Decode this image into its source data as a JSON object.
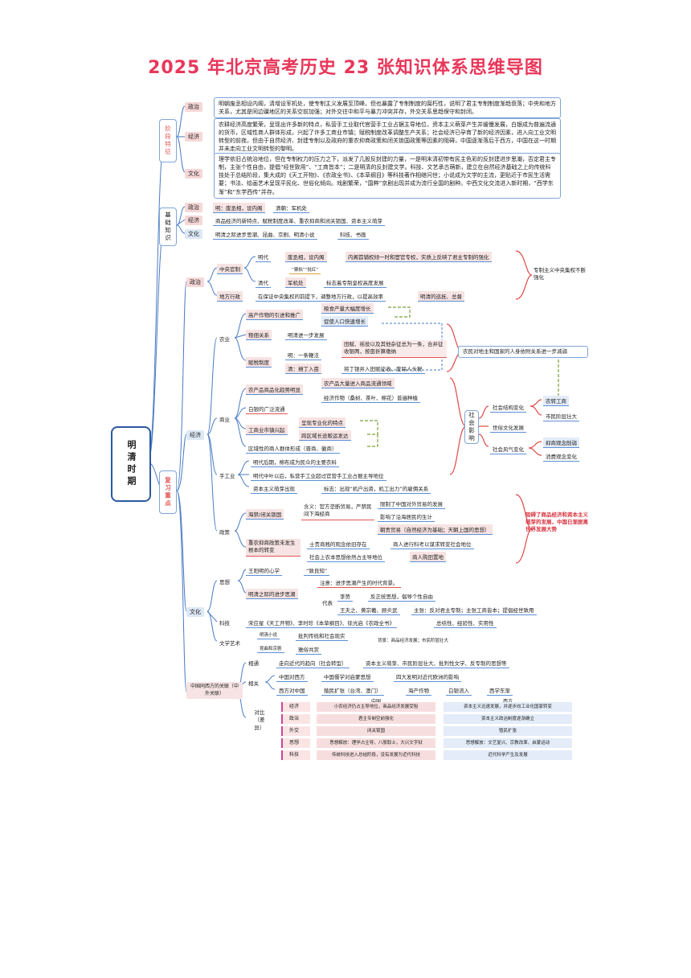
{
  "title": "2025 年北京高考历史 23 张知识体系思维导图",
  "root": "明清时期",
  "sections": {
    "background": "阶段特征",
    "basics": "基础知识",
    "review": "复习重点"
  },
  "background": {
    "politics_label": "政治",
    "politics_text": "明朝废丞相设内阁，清增设军机处，使专制主义发展至顶峰。但也暴露了专制制度的腐朽性，说明了君主专制制度渐趋衰落；中央和地方关系，尤其是同边疆地区的关系空前加强；对外交往中和平与暴力冲突并存，外交关系思趋保守和封闭。",
    "economy_label": "经济",
    "economy_text": "农耕经济高度繁荣，呈现出许多新的特点，私营手工业取代官营手工业占据主导地位，资本主义萌芽产生并缓慢发展，白银成为普遍流通的货币，区域性商人群体形成，兴起了许多工商业市镇；赋税制度改革调整生产关系；社会经济已孕育了新的经济因素，进入向工业文明转型的前夜。但由于自然经济、封建专制以及政府的重农抑商政策和闭关锁国政策等因素的阻碍，中国逐渐落后于西方，中国在这一时期并未走向工业文明转型的黎明。",
    "culture_label": "文化",
    "culture_text": "理学依旧占统治地位，但在专制权力的压力之下，派发了几股反封建的力量，一是明末清初带有民主色彩的反封建进步思潮，否定君主专制，主张个性自由，提倡“经世致用”、“工商皆本”；二是明清的反封建文学。科技、文艺承古萌新，建立在自然经济基础之上的传统科技处于总结阶段，集大成的《天工开物》、《农政全书》、《本草纲目》等科技著作相继问世；小说成为文学的主流，更贴近于市民生活需要；书法、绘画艺术呈现平民化、世俗化倾向。戏剧繁荣，“国粹”京剧出现并成为流行全国的剧种。中西文化交流进入新时期，“西学东渐”和“东学西传”并存。"
  },
  "basics": {
    "politics_label": "政治",
    "politics": [
      "明：废丞相，设内阁",
      "清朝：军机处"
    ],
    "economy_label": "经济",
    "economy": "商品经济的新特点、赋税制度改革、重农抑商和闭关锁国、资本主义萌芽",
    "culture_label": "文化",
    "culture": [
      "明清之际进步思潮、昆曲、京剧、明清小说",
      "科技、书画"
    ]
  },
  "review_politics": {
    "label": "政治",
    "central": "中央官制",
    "ming": "明代",
    "ming_items": [
      "废丞相，设内阁",
      "内阁首辅权倾一时和宦官专权，实质上反映了君主专制的强化"
    ],
    "ming_sub": "“票拟”“批红”",
    "qing": "清代",
    "qing_items": [
      "军机处",
      "标志着专制皇权高度发展"
    ],
    "local_label": "地方行政",
    "local_items": [
      "在保证中央集权的前提下，调整地方行政，以提高效率",
      "明清的巡抚、总督"
    ],
    "note": "专制主义中央集权不断强化"
  },
  "review_economy": {
    "label": "经济",
    "agri_label": "农业",
    "agri": {
      "crops": "高产作物的引进和推广",
      "crops_items": [
        "粮食产量大幅度增长",
        "促使人口快速增长"
      ],
      "rent": "租佃关系",
      "rent_item": "明清进一步发展",
      "tax": "赋税制度",
      "tax_ming": "明：一条鞭法",
      "tax_ming_item": "田赋、徭役以及其他杂征总为一条，合并征收银两，按亩折算缴纳",
      "tax_qing": "清：摊丁入亩",
      "tax_qing_item": "将丁银并入田赋征收，废除人头税",
      "note": "农民对地主和国家的人身依附关系进一步减弱"
    },
    "comm_label": "商业",
    "comm": {
      "trend": "农产品商品化趋势明显",
      "trend_items": [
        "农产品大量进入商品流通领域",
        "经济作物（桑树、茶叶、棉花）普遍种植"
      ],
      "silver": "白银的广泛流通",
      "towns": "工商业市镇兴起",
      "towns_items": [
        "呈现专业化的特点",
        "跨区域长途贩运发达"
      ],
      "merchants": "区域性的商人群体形成（晋商、徽商）"
    },
    "social": {
      "label": "社会影响",
      "structure": "社会结构变化",
      "structure_items": [
        "农转工商",
        "市民阶层壮大"
      ],
      "secular": "世俗文化发展",
      "customs": "社会风气变化",
      "customs_items": [
        "抑商观念削弱",
        "消费观念变化"
      ]
    },
    "craft_label": "手工业",
    "craft": [
      "明代后期，棉布成为民众的主要衣料",
      "明代中叶以后，私营手工业超过官营手工业占据主导地位",
      "资本主义萌芽出现",
      "标志：出现“机户出资，机工出力”的雇佣关系"
    ],
    "policy_label": "政策",
    "policy": {
      "haijin": "海禁/闭关锁国",
      "haijin_mean": "含义：官方垄断贸易，严禁民间下海经商",
      "haijin_items": [
        "限制了中国对外贸易的发展",
        "影响了沿海居民的生计",
        "朝贡贸易（自然经济为基础；天朝上国的思想）"
      ],
      "agri": "重农抑商政策未发生根本的转变",
      "agri_items": [
        "士贵商贱的观念依旧存在",
        "商人进行科考以谋求转变社会地位",
        "社会上农本思想依然占主导地位",
        "商人购田置地"
      ],
      "note": "阻碍了商品经济和资本主义萌芽的发展，中国日渐脱离世界发展大势"
    }
  },
  "review_culture": {
    "label": "文化",
    "thought_label": "思想",
    "wang": "王阳明的心学",
    "wang_item": "“致良知”",
    "prog": "明清之际的进步思潮",
    "prog_note": "注意：进步思潮产生的时代背景。",
    "rep_label": "代表",
    "li": "李贽",
    "li_item": "反正统思想，倡导个性自由",
    "others": "王夫之、黄宗羲、顾炎武",
    "others_item": "主张：反对君主专制；主张工商皆本；提倡经世致用",
    "sci_label": "科技",
    "sci": "宋应星《天工开物》、李时珍《本草纲目》、徐光启《农政全书》",
    "sci_item": "总结性、经验性、实用性",
    "art_label": "文学艺术",
    "art_items": [
      "明清小说",
      "批判传统和社会现实",
      "昆曲和京剧",
      "雅俗共赏"
    ],
    "art_note": "背景：商品经济发展；市民阶层壮大"
  },
  "review_west": {
    "label": "中国同西方的关联（中外关联）",
    "diff_label": "相通",
    "diff_items": [
      "走向近代的趋向（社会转型）",
      "资本主义萌芽、市民阶层壮大、批判性文学、反专制的思想等"
    ],
    "rel_label": "相关",
    "cw": "中国对西方",
    "cw_items": [
      "中国儒学对启蒙思想",
      "四大发明对近代欧洲的影响"
    ],
    "wc": "西方对中国",
    "wc_items": [
      "殖民扩张（台湾、澳门）",
      "海产作物",
      "白银流入",
      "西学东渐"
    ],
    "cmp_label": "对比（差异）",
    "cmp_head": [
      "中国",
      "西方"
    ],
    "rows": [
      {
        "k": "经济",
        "c": "小农经济仍占主导地位，商品经济发展受阻",
        "w": "资本主义迅速发展，并逐步向工业化国家转变"
      },
      {
        "k": "政治",
        "c": "君主专制空前强化",
        "w": "资本主义政治制度逐渐确立"
      },
      {
        "k": "外交",
        "c": "闭关锁国",
        "w": "殖民扩张"
      },
      {
        "k": "思想",
        "c": "思想解放：理学占主导，八股取士，大兴文字狱",
        "w": "思想解放：文艺复兴、宗教改革、启蒙运动"
      },
      {
        "k": "科技",
        "c": "传统科技进入总结阶段，没有发展为近代科技",
        "w": "近代科学产生及发展"
      }
    ]
  }
}
